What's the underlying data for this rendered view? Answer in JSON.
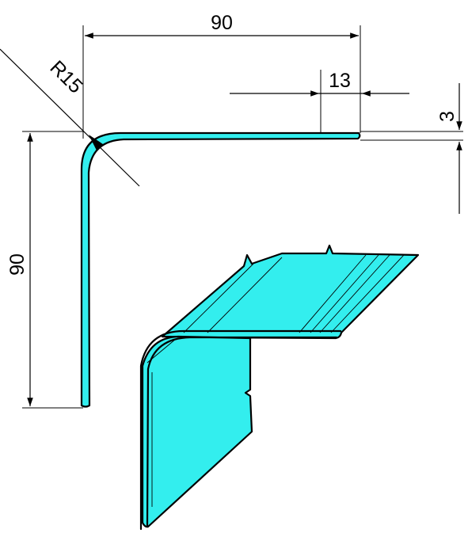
{
  "drawing": {
    "profile_color": "#33eeee",
    "line_color": "#000000"
  },
  "dimensions": {
    "top_width": "90",
    "radius": "R15",
    "lip": "13",
    "thickness": "3",
    "left_height": "90"
  }
}
